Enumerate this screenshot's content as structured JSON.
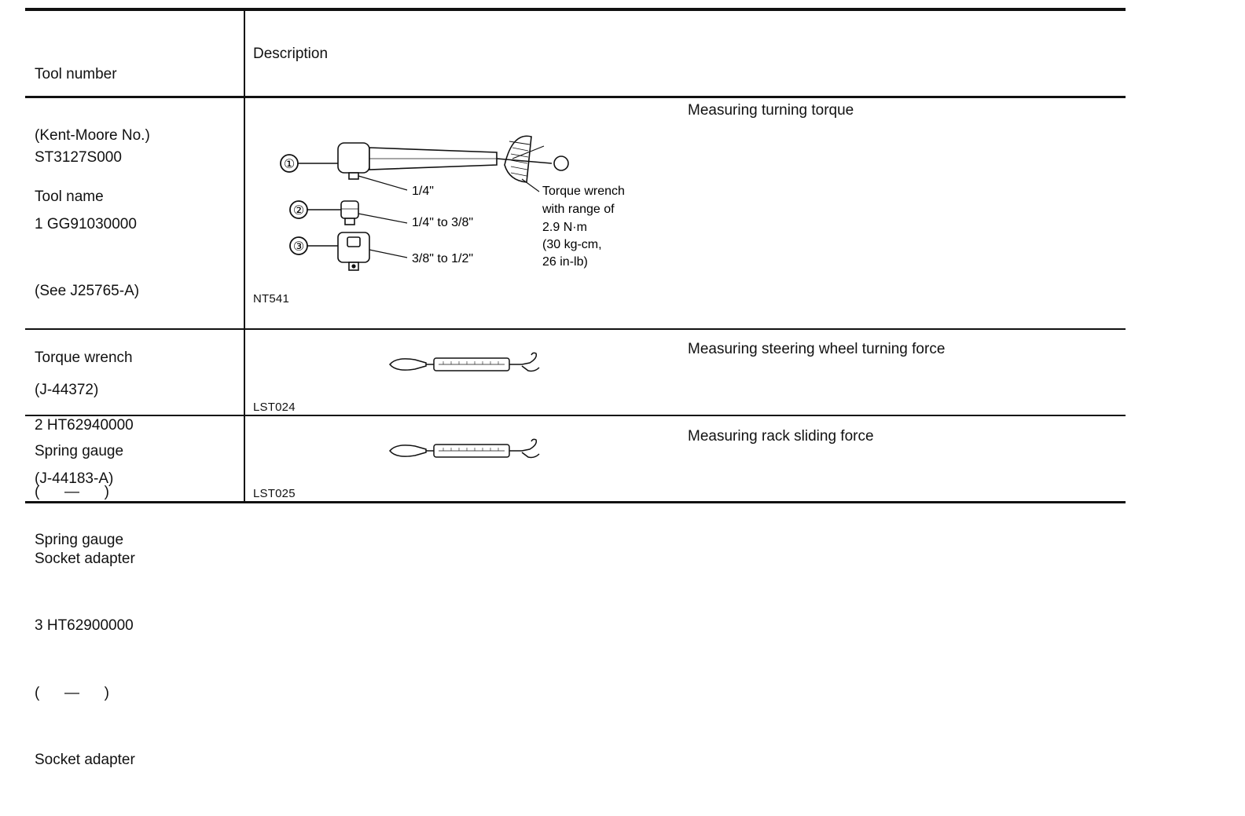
{
  "header": {
    "tool_col_lines": [
      "Tool number",
      "(Kent-Moore No.)",
      "Tool name"
    ],
    "description_col": "Description"
  },
  "rows": [
    {
      "tool_lines": [
        "ST3127S000",
        "1 GG91030000",
        "(See J25765-A)",
        "Torque wrench",
        "2 HT62940000",
        "(      —      )",
        "Socket adapter",
        "3 HT62900000",
        "(      —      )",
        "Socket adapter"
      ],
      "illustration": {
        "callouts": [
          "①",
          "②",
          "③"
        ],
        "labels": [
          "1/4\"",
          "1/4\" to 3/8\"",
          "3/8\" to 1/2\""
        ],
        "note_lines": [
          "Torque wrench",
          "with range of",
          "2.9 N·m",
          "(30 kg-cm,",
          "26 in-lb)"
        ]
      },
      "figure_code": "NT541",
      "use": "Measuring turning torque"
    },
    {
      "tool_lines": [
        "(J-44372)",
        "Spring gauge"
      ],
      "figure_code": "LST024",
      "use": "Measuring steering wheel turning force"
    },
    {
      "tool_lines": [
        "(J-44183-A)",
        "Spring gauge"
      ],
      "figure_code": "LST025",
      "use": "Measuring rack sliding force"
    }
  ]
}
